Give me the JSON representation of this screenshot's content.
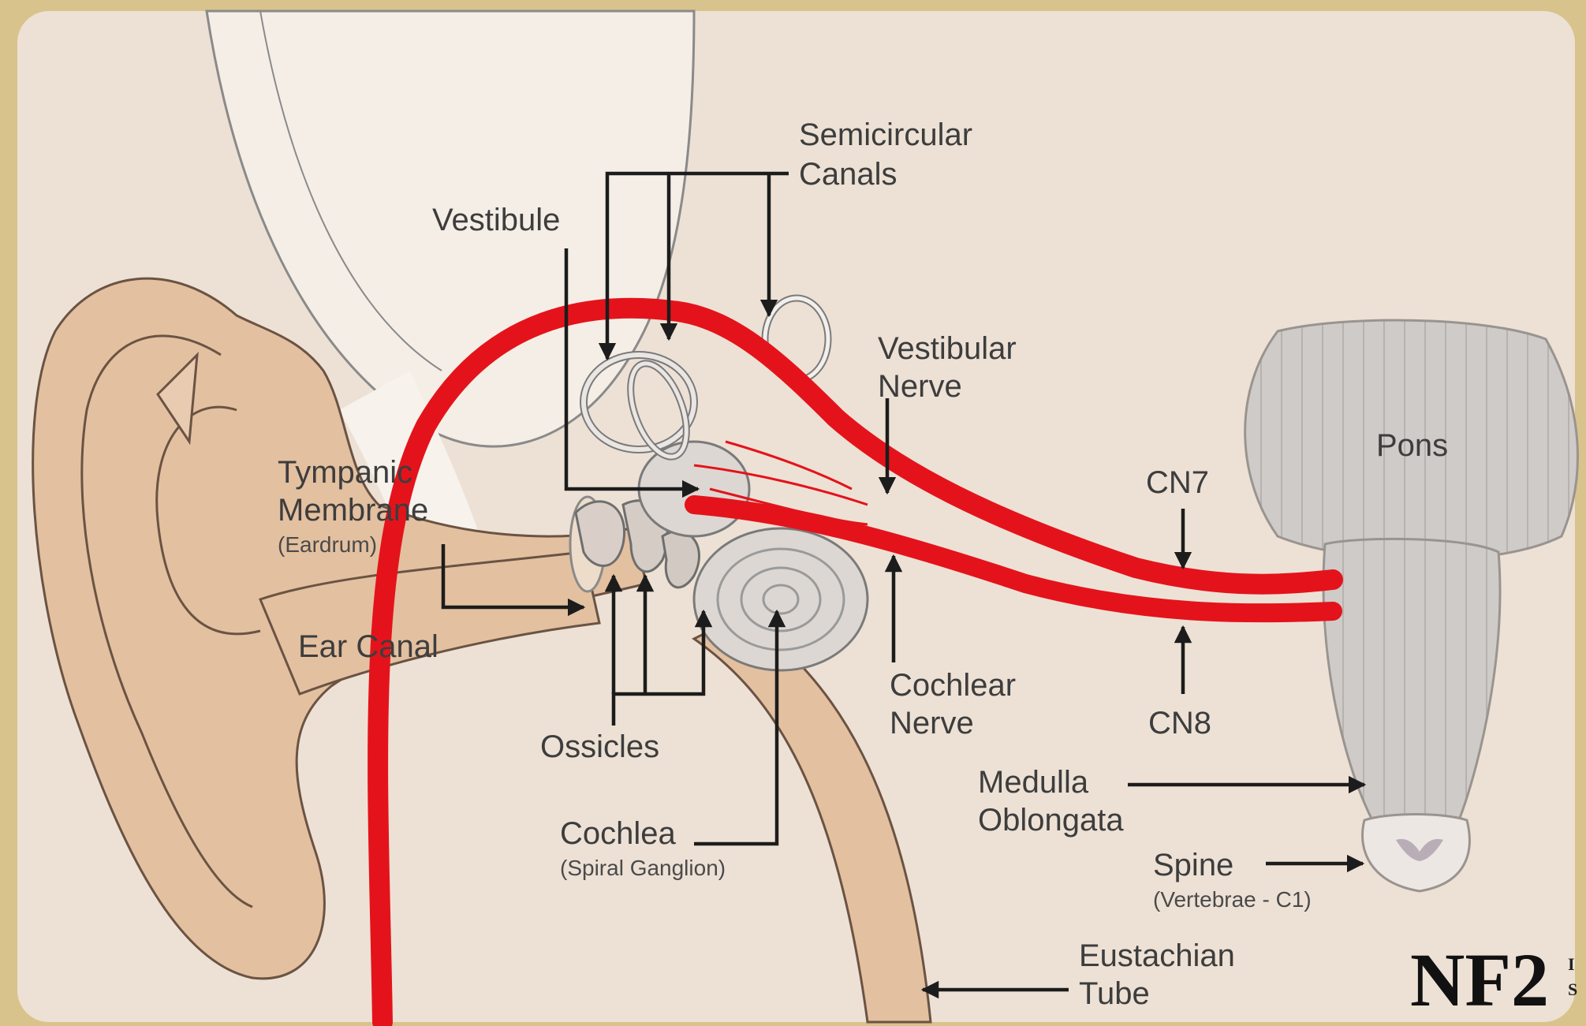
{
  "colors": {
    "border": "#d9c38c",
    "background": "#ede1d5",
    "skin": "#e3c0a0",
    "skull": "#f3ece4",
    "nerve": "#e4131b",
    "brainstem": "#cfcbc8",
    "label": "#3d3d3d"
  },
  "labels": {
    "semicircular_canals": [
      "Semicircular",
      "Canals"
    ],
    "vestibule": "Vestibule",
    "vestibular_nerve": [
      "Vestibular",
      "Nerve"
    ],
    "pons": "Pons",
    "tympanic_membrane": [
      "Tympanic",
      "Membrane",
      "(Eardrum)"
    ],
    "ear_canal": "Ear Canal",
    "cn7": "CN7",
    "cn8": "CN8",
    "ossicles": "Ossicles",
    "cochlear_nerve": [
      "Cochlear",
      "Nerve"
    ],
    "medulla_oblongata": [
      "Medulla",
      "Oblongata"
    ],
    "cochlea": "Cochlea",
    "spiral_ganglion": "(Spiral Ganglion)",
    "spine": "Spine",
    "vertebrae": "(Vertebrae - C1)",
    "eustachian_tube": [
      "Eustachian",
      "Tube"
    ]
  },
  "brand": {
    "mark": "NF2",
    "suffix": [
      "I",
      "S"
    ]
  },
  "icons": [
    "ear-outline",
    "inner-ear-icon",
    "brainstem-icon",
    "arrow-icon"
  ]
}
